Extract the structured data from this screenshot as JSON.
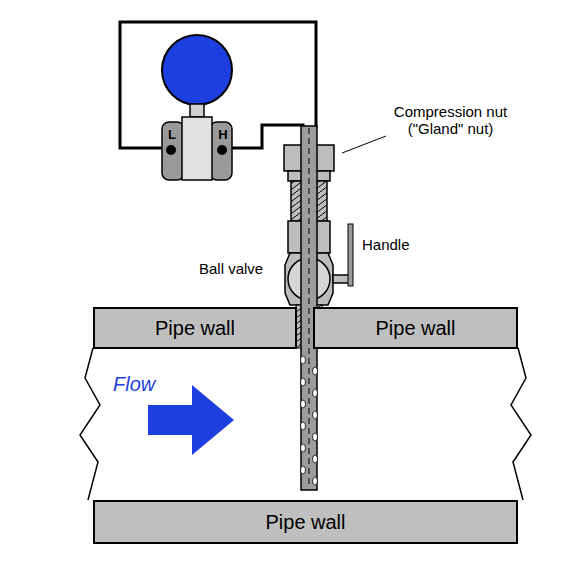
{
  "diagram": {
    "nodes": [
      {
        "text": [
          "Pipe wall"
        ]
      },
      {
        "text": [
          "Pipe wall"
        ]
      },
      {
        "text": [
          "Pipe wall"
        ]
      }
    ],
    "labels": [
      "L",
      "H",
      "Compression nut (\"Gland\" nut)",
      "Handle",
      "Ball valve",
      "Flow"
    ]
  }
}
